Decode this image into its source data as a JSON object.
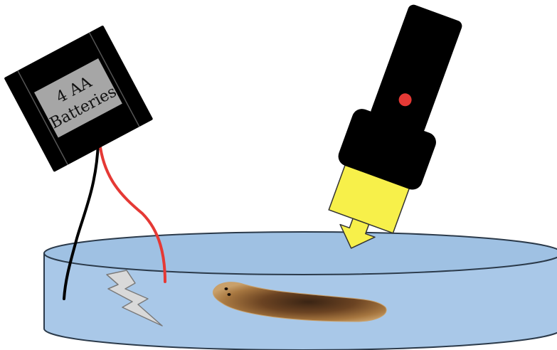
{
  "battery_pack": {
    "label_line1": "4 AA",
    "label_line2": "Batteries",
    "label_bg_color": "#a6a6a6",
    "casing_color": "#000000"
  },
  "wires": {
    "negative_color": "#000000",
    "positive_color": "#e53935"
  },
  "dish": {
    "water_color": "#a9c8e8",
    "rim_color": "#9fc1e3",
    "outline_color": "#2b3a4a"
  },
  "flashlight": {
    "body_color": "#000000",
    "indicator_color": "#e53935",
    "beam_color": "#f7f04a"
  },
  "electric_shock": {
    "icon": "lightning-bolt-icon",
    "color": "#d9d9d9"
  },
  "specimen": {
    "name": "planarian-flatworm"
  }
}
